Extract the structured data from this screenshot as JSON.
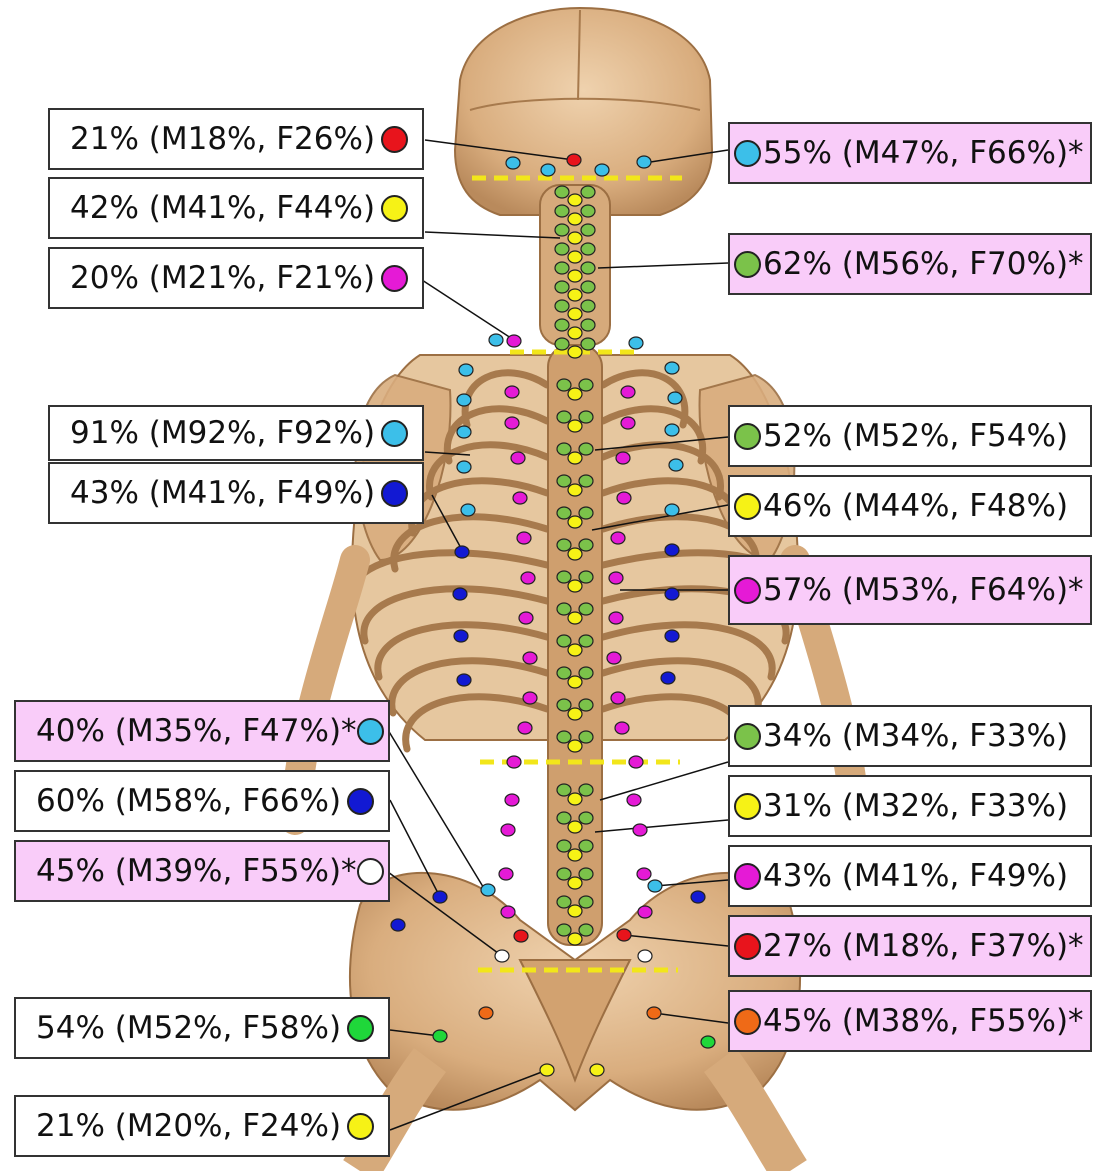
{
  "colors": {
    "red": "#e8141c",
    "yellow": "#f6f216",
    "magenta": "#e51ad6",
    "light_blue": "#3cbfe9",
    "dark_blue": "#1219d3",
    "white": "#ffffff",
    "green": "#1fd73a",
    "olive_green": "#7bc24a",
    "orange": "#ef6a17",
    "significant_highlight": "#f9ccf9",
    "guide_line": "#f2e61a",
    "bone": "#d8ad80"
  },
  "callouts": [
    {
      "id": "l1",
      "side": "left",
      "text": "21% (M18%, F26%)",
      "dot": "red",
      "significant": false
    },
    {
      "id": "l2",
      "side": "left",
      "text": "42% (M41%, F44%)",
      "dot": "yellow",
      "significant": false
    },
    {
      "id": "l3",
      "side": "left",
      "text": "20% (M21%, F21%)",
      "dot": "magenta",
      "significant": false
    },
    {
      "id": "l4",
      "side": "left",
      "text": "91% (M92%, F92%)",
      "dot": "light_blue",
      "significant": false
    },
    {
      "id": "l5",
      "side": "left",
      "text": "43% (M41%, F49%)",
      "dot": "dark_blue",
      "significant": false
    },
    {
      "id": "l6",
      "side": "left",
      "text": "40% (M35%, F47%)*",
      "dot": "light_blue",
      "significant": true
    },
    {
      "id": "l7",
      "side": "left",
      "text": "60% (M58%, F66%)",
      "dot": "dark_blue",
      "significant": false
    },
    {
      "id": "l8",
      "side": "left",
      "text": "45% (M39%, F55%)*",
      "dot": "white",
      "significant": true
    },
    {
      "id": "l9",
      "side": "left",
      "text": "54% (M52%, F58%)",
      "dot": "green",
      "significant": false
    },
    {
      "id": "l10",
      "side": "left",
      "text": "21% (M20%, F24%)",
      "dot": "yellow",
      "significant": false
    },
    {
      "id": "r1",
      "side": "right",
      "text": "55% (M47%, F66%)*",
      "dot": "light_blue",
      "significant": true
    },
    {
      "id": "r2",
      "side": "right",
      "text": "62% (M56%, F70%)*",
      "dot": "olive_green",
      "significant": true
    },
    {
      "id": "r3",
      "side": "right",
      "text": "52% (M52%, F54%)",
      "dot": "olive_green",
      "significant": false
    },
    {
      "id": "r4",
      "side": "right",
      "text": "46% (M44%, F48%)",
      "dot": "yellow",
      "significant": false
    },
    {
      "id": "r5",
      "side": "right",
      "text": "57% (M53%, F64%)*",
      "dot": "magenta",
      "significant": true
    },
    {
      "id": "r6",
      "side": "right",
      "text": "34% (M34%, F33%)",
      "dot": "olive_green",
      "significant": false
    },
    {
      "id": "r7",
      "side": "right",
      "text": "31% (M32%, F33%)",
      "dot": "yellow",
      "significant": false
    },
    {
      "id": "r8",
      "side": "right",
      "text": "43% (M41%, F49%)",
      "dot": "magenta",
      "significant": false
    },
    {
      "id": "r9",
      "side": "right",
      "text": "27% (M18%, F37%)*",
      "dot": "red",
      "significant": true
    },
    {
      "id": "r10",
      "side": "right",
      "text": "45% (M38%, F55%)*",
      "dot": "orange",
      "significant": true
    }
  ]
}
